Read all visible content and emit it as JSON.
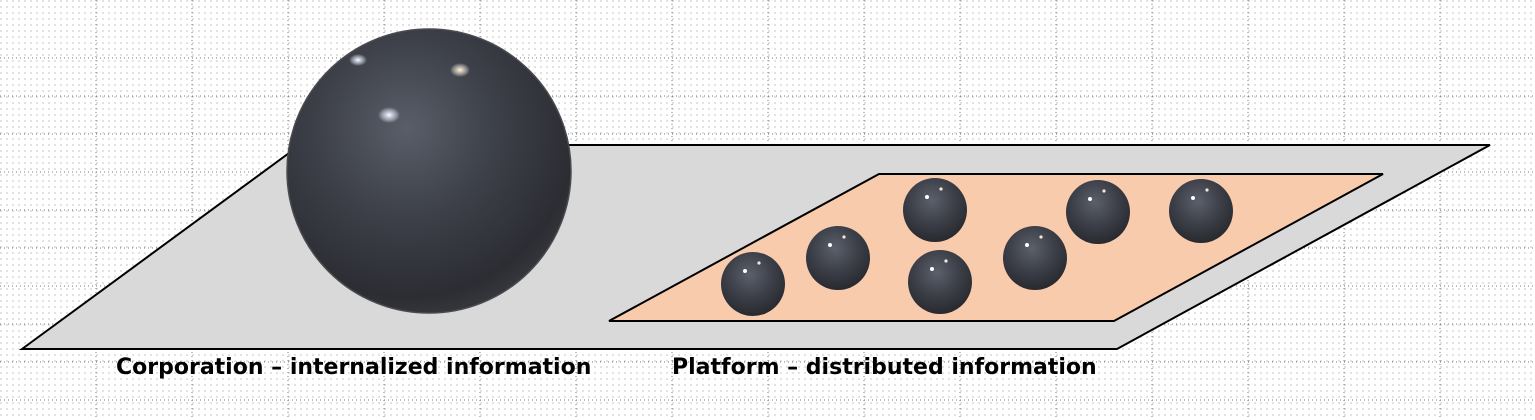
{
  "diagram": {
    "captions": {
      "corporation": "Corporation – internalized information",
      "platform": "Platform – distributed information"
    },
    "colors": {
      "big_plane": "#d9d9d9",
      "small_plane": "#f8cbad",
      "outline": "#000000",
      "sphere": "#3c3f48"
    },
    "small_sphere_count": 7,
    "grid": "dotted"
  }
}
